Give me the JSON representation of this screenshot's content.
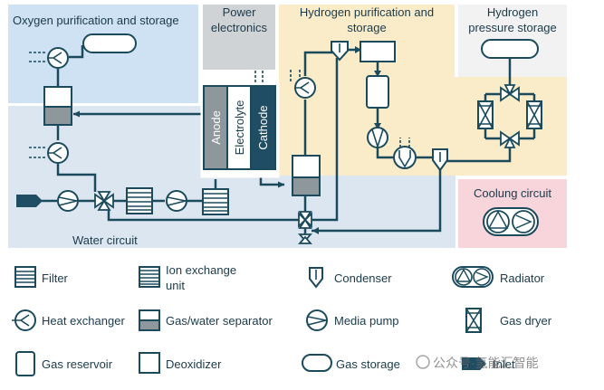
{
  "colors": {
    "ink": "#1a4a5c",
    "oxygen_zone": "#cfe2f3",
    "water_zone": "#dce6f1",
    "power_zone": "#cfd3d6",
    "hydrogen_zone": "#fbecc9",
    "h2_storage_zone": "#f2f2f2",
    "cooling_zone": "#f8d4db",
    "anode_fill": "#8d979c",
    "cathode_fill": "#1f4e64",
    "separator_fill": "#8d979c"
  },
  "zones": {
    "oxygen": "Oxygen purification and storage",
    "power": [
      "Power",
      "electronics"
    ],
    "hydrogen": [
      "Hydrogen purification and",
      "storage"
    ],
    "h2_storage": [
      "Hydrogen",
      "pressure storage"
    ],
    "cooling": "Coolung circuit",
    "water": "Water circuit"
  },
  "stack": {
    "anode": "Anode",
    "electrolyte": "Electrolyte",
    "cathode": "Cathode"
  },
  "legend": [
    {
      "icon": "filter-icon",
      "label": [
        "Filter"
      ]
    },
    {
      "icon": "ion-exchange-icon",
      "label": [
        "Ion exchange",
        "unit"
      ]
    },
    {
      "icon": "condenser-icon",
      "label": [
        "Condenser"
      ]
    },
    {
      "icon": "radiator-icon",
      "label": [
        "Radiator"
      ]
    },
    {
      "icon": "heat-exchanger-icon",
      "label": [
        "Heat exchanger"
      ]
    },
    {
      "icon": "gas-water-separator-icon",
      "label": [
        "Gas/water separator"
      ]
    },
    {
      "icon": "media-pump-icon",
      "label": [
        "Media pump"
      ]
    },
    {
      "icon": "gas-dryer-icon",
      "label": [
        "Gas dryer"
      ]
    },
    {
      "icon": "gas-reservoir-icon",
      "label": [
        "Gas reservoir"
      ]
    },
    {
      "icon": "deoxidizer-icon",
      "label": [
        "Deoxidizer"
      ]
    },
    {
      "icon": "gas-storage-icon",
      "label": [
        "Gas storage"
      ]
    },
    {
      "icon": "inlet-icon",
      "label": [
        "Inlet"
      ]
    }
  ],
  "watermark": "公众号·氢能汇智能"
}
